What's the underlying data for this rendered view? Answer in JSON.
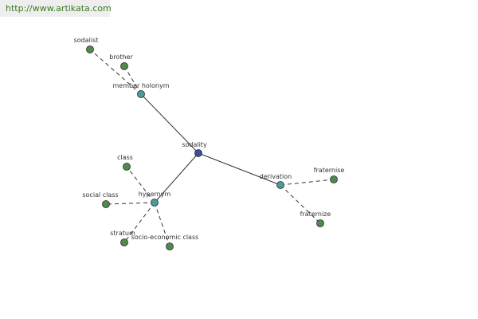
{
  "site_link": "http://www.artikata.com",
  "colors": {
    "root": "#3a4fa0",
    "relation": "#4a9aa0",
    "leaf": "#4e8a4e",
    "edge": "#333333"
  },
  "graph": {
    "nodes": [
      {
        "id": "sodality",
        "label": "sodality",
        "kind": "root"
      },
      {
        "id": "member-holonym",
        "label": "member holonym",
        "kind": "relation"
      },
      {
        "id": "hypernym",
        "label": "hypernym",
        "kind": "relation"
      },
      {
        "id": "derivation",
        "label": "derivation",
        "kind": "relation"
      },
      {
        "id": "sodalist",
        "label": "sodalist",
        "kind": "leaf"
      },
      {
        "id": "brother",
        "label": "brother",
        "kind": "leaf"
      },
      {
        "id": "class",
        "label": "class",
        "kind": "leaf"
      },
      {
        "id": "social-class",
        "label": "social class",
        "kind": "leaf"
      },
      {
        "id": "stratum",
        "label": "stratum",
        "kind": "leaf"
      },
      {
        "id": "socio-economic-class",
        "label": "socio-economic class",
        "kind": "leaf"
      },
      {
        "id": "fraternise",
        "label": "fraternise",
        "kind": "leaf"
      },
      {
        "id": "fraternize",
        "label": "fraternize",
        "kind": "leaf"
      }
    ],
    "edges": [
      {
        "from": "sodality",
        "to": "member-holonym",
        "style": "solid"
      },
      {
        "from": "sodality",
        "to": "hypernym",
        "style": "solid"
      },
      {
        "from": "sodality",
        "to": "derivation",
        "style": "solid"
      },
      {
        "from": "member-holonym",
        "to": "sodalist",
        "style": "dashed"
      },
      {
        "from": "member-holonym",
        "to": "brother",
        "style": "dashed"
      },
      {
        "from": "hypernym",
        "to": "class",
        "style": "dashed"
      },
      {
        "from": "hypernym",
        "to": "social-class",
        "style": "dashed"
      },
      {
        "from": "hypernym",
        "to": "stratum",
        "style": "dashed"
      },
      {
        "from": "hypernym",
        "to": "socio-economic-class",
        "style": "dashed"
      },
      {
        "from": "derivation",
        "to": "fraternise",
        "style": "dashed"
      },
      {
        "from": "derivation",
        "to": "fraternize",
        "style": "dashed"
      }
    ]
  }
}
